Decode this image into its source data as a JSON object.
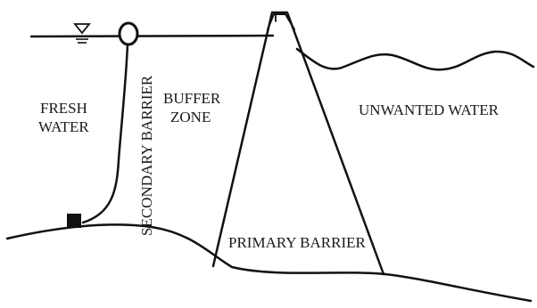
{
  "diagram": {
    "labels": {
      "fresh_water_line1": "FRESH",
      "fresh_water_line2": "WATER",
      "buffer_zone_line1": "BUFFER",
      "buffer_zone_line2": "ZONE",
      "secondary_barrier": "SECONDARY BARRIER",
      "primary_barrier": "PRIMARY BARRIER",
      "unwanted_water": "UNWANTED WATER"
    },
    "icons": {
      "water_level_marker": "water-level-triangle-icon",
      "float": "float-ring-icon",
      "anchor": "anchor-weight-icon"
    },
    "colors": {
      "ink": "#111111",
      "background": "#ffffff"
    }
  }
}
